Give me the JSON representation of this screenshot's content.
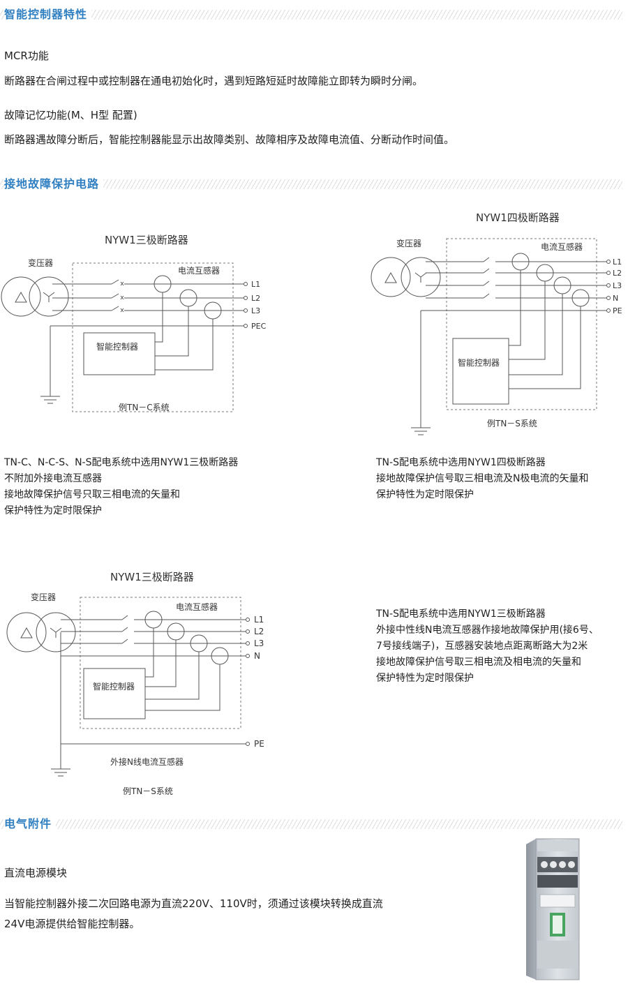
{
  "sections": {
    "features": "智能控制器特性",
    "ground_fault": "接地故障保护电路",
    "accessories": "电气附件"
  },
  "features": {
    "mcr_title": "MCR功能",
    "mcr_desc": "断路器在合闸过程中或控制器在通电初始化时，遇到短路短延时故障能立即转为瞬时分闸。",
    "memory_title": "故障记忆功能(M、H型 配置)",
    "memory_desc": "断路器遇故障分断后，智能控制器能显示出故障类别、故障相序及故障电流值、分断动作时间值。"
  },
  "diagrams": {
    "d1": {
      "title": "NYW1三极断路器",
      "transformer": "变压器",
      "ct": "电流互感器",
      "controller": "智能控制器",
      "terminals": [
        "L1",
        "L2",
        "L3",
        "PEC"
      ],
      "caption": "例TN－C系统"
    },
    "d2": {
      "title": "NYW1四极断路器",
      "transformer": "变压器",
      "ct": "电流互感器",
      "controller": "智能控制器",
      "terminals": [
        "L1",
        "L2",
        "L3",
        "N",
        "PE"
      ],
      "caption": "例TN－S系统"
    },
    "d3": {
      "title": "NYW1三极断路器",
      "transformer": "变压器",
      "ct": "电流互感器",
      "controller": "智能控制器",
      "terminals": [
        "L1",
        "L2",
        "L3",
        "N",
        "PE"
      ],
      "external_ct": "外接N线电流互感器",
      "caption": "例TN－S系统"
    }
  },
  "notes": {
    "n1": [
      "TN-C、N-C-S、N-S配电系统中选用NYW1三极断路器",
      "不附加外接电流互感器",
      "接地故障保护信号只取三相电流的矢量和",
      "保护特性为定时限保护"
    ],
    "n2": [
      "TN-S配电系统中选用NYW1四极断路器",
      "接地故障保护信号取三相电流及N极电流的矢量和",
      "保护特性为定时限保护"
    ],
    "n3": [
      "TN-S配电系统中选用NYW1三极断路器",
      "外接中性线N电流互感器作接地故障保护用(接6号、",
      "7号接线端子)，互感器安装地点距离断路大为2米",
      "接地故障保护信号取三相电流及相电流的矢量和",
      "保护特性为定时限保护"
    ]
  },
  "accessory": {
    "title": "直流电源模块",
    "desc_line1": "当智能控制器外接二次回路电源为直流220V、110V时，须通过该模块转换成直流",
    "desc_line2": "24V电源提供给智能控制器。"
  }
}
